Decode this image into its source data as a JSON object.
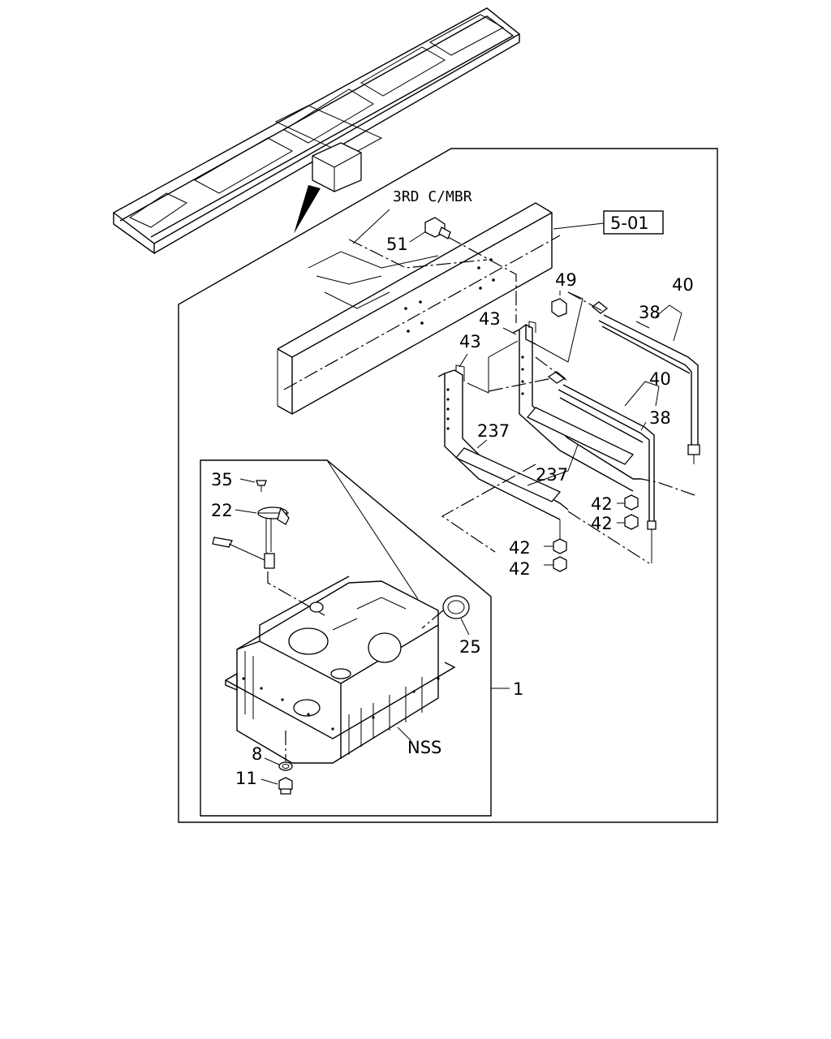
{
  "diagram": {
    "labels": {
      "third_crossmember": "3RD C/MBR",
      "ref_box": "5-01",
      "p51": "51",
      "p49": "49",
      "p40a": "40",
      "p38a": "38",
      "p43a": "43",
      "p43b": "43",
      "p40b": "40",
      "p38b": "38",
      "p237a": "237",
      "p237b": "237",
      "p42a": "42",
      "p42b": "42",
      "p42c": "42",
      "p42d": "42",
      "p35": "35",
      "p22": "22",
      "p25": "25",
      "p1": "1",
      "nss": "NSS",
      "p8": "8",
      "p11": "11"
    }
  }
}
